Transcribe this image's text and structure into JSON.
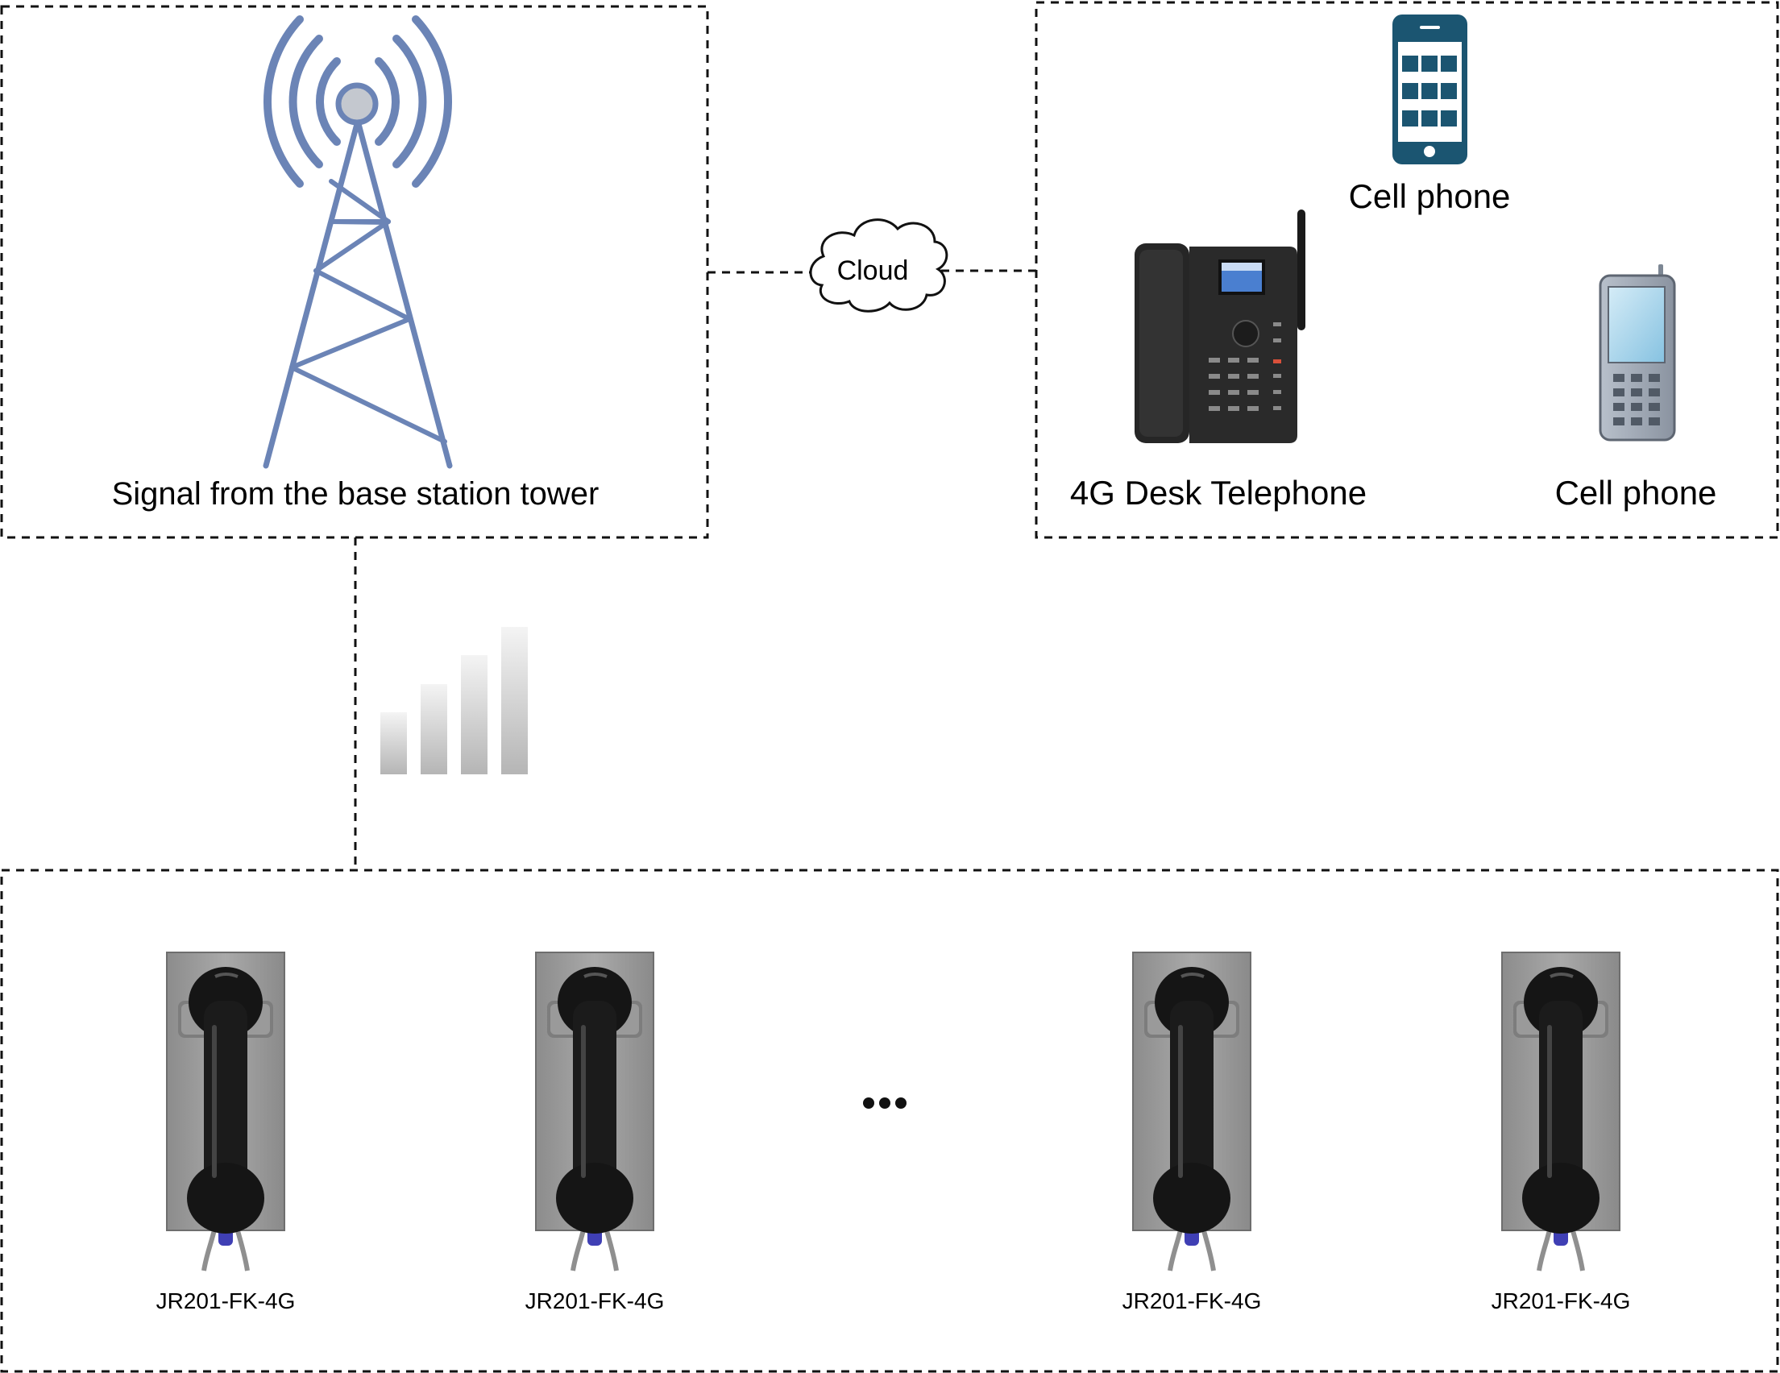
{
  "tower_box": {
    "label": "Signal from the base station tower"
  },
  "cloud": {
    "label": "Cloud"
  },
  "devices_box": {
    "smartphone_label": "Cell phone",
    "desk_phone_label": "4G Desk Telephone",
    "mobile_phone_label": "Cell phone"
  },
  "terminals": [
    {
      "label": "JR201-FK-4G"
    },
    {
      "label": "JR201-FK-4G"
    },
    {
      "label": "JR201-FK-4G"
    },
    {
      "label": "JR201-FK-4G"
    }
  ],
  "colors": {
    "tower": "#6b84b6",
    "smartphone": "#1b5571",
    "dashed_border": "#111111"
  },
  "icons": [
    "cell-tower-icon",
    "cloud-icon",
    "smartphone-icon",
    "desk-phone-icon",
    "mobile-phone-icon",
    "signal-bars-icon",
    "wall-phone-icon",
    "ellipsis-icon"
  ]
}
